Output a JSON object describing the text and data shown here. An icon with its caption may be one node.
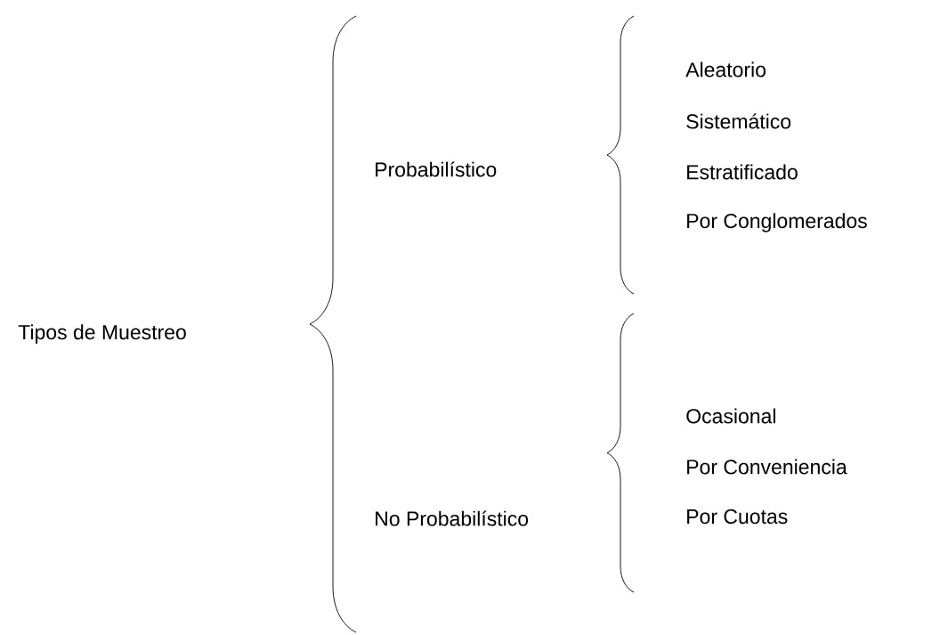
{
  "diagram": {
    "labels": [
      "Aleatorio",
      "Sistemático",
      "Probabilístico",
      "Estratificado",
      "Por Conglomerados",
      "Tipos de Muestreo",
      "Ocasional",
      "No Probabilístico",
      "Por Conveniencia",
      "Por Cuotas"
    ]
  }
}
